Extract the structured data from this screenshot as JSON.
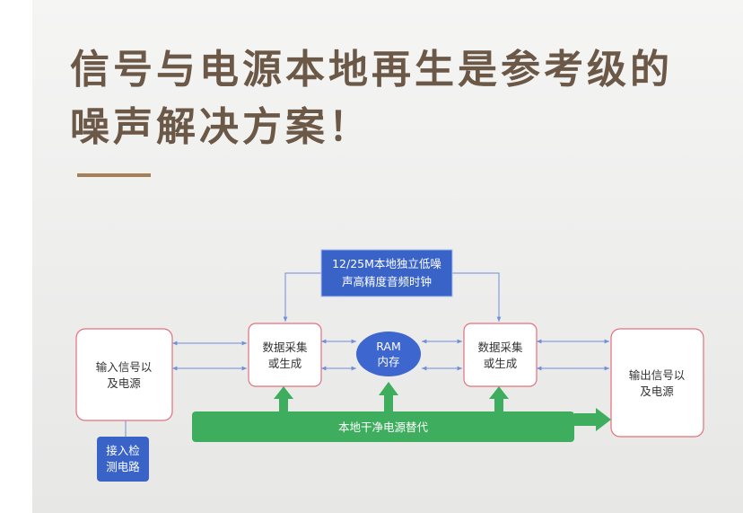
{
  "headline": {
    "line1": "信号与电源本地再生是参考级的",
    "line2": "噪声解决方案！"
  },
  "diagram": {
    "input_box": {
      "line1": "输入信号以",
      "line2": "及电源"
    },
    "clock_box": {
      "line1": "12/25M本地独立低噪",
      "line2": "声高精度音频时钟"
    },
    "acq_left": {
      "line1": "数据采集",
      "line2": "或生成"
    },
    "ram": {
      "line1": "RAM",
      "line2": "内存"
    },
    "acq_right": {
      "line1": "数据采集",
      "line2": "或生成"
    },
    "output_box": {
      "line1": "输出信号以",
      "line2": "及电源"
    },
    "power_bar": {
      "label": "本地干净电源替代"
    },
    "detect_box": {
      "line1": "接入检",
      "line2": "测电路"
    }
  },
  "colors": {
    "heading": "#6b5847",
    "accent": "#a57e58",
    "box_border": "#e46f7c",
    "clock_fill": "#3a63c8",
    "ram_fill": "#3d66cf",
    "power_fill": "#3eae5e",
    "connector": "#6f8fd8",
    "detect_fill": "#3a63c8"
  }
}
